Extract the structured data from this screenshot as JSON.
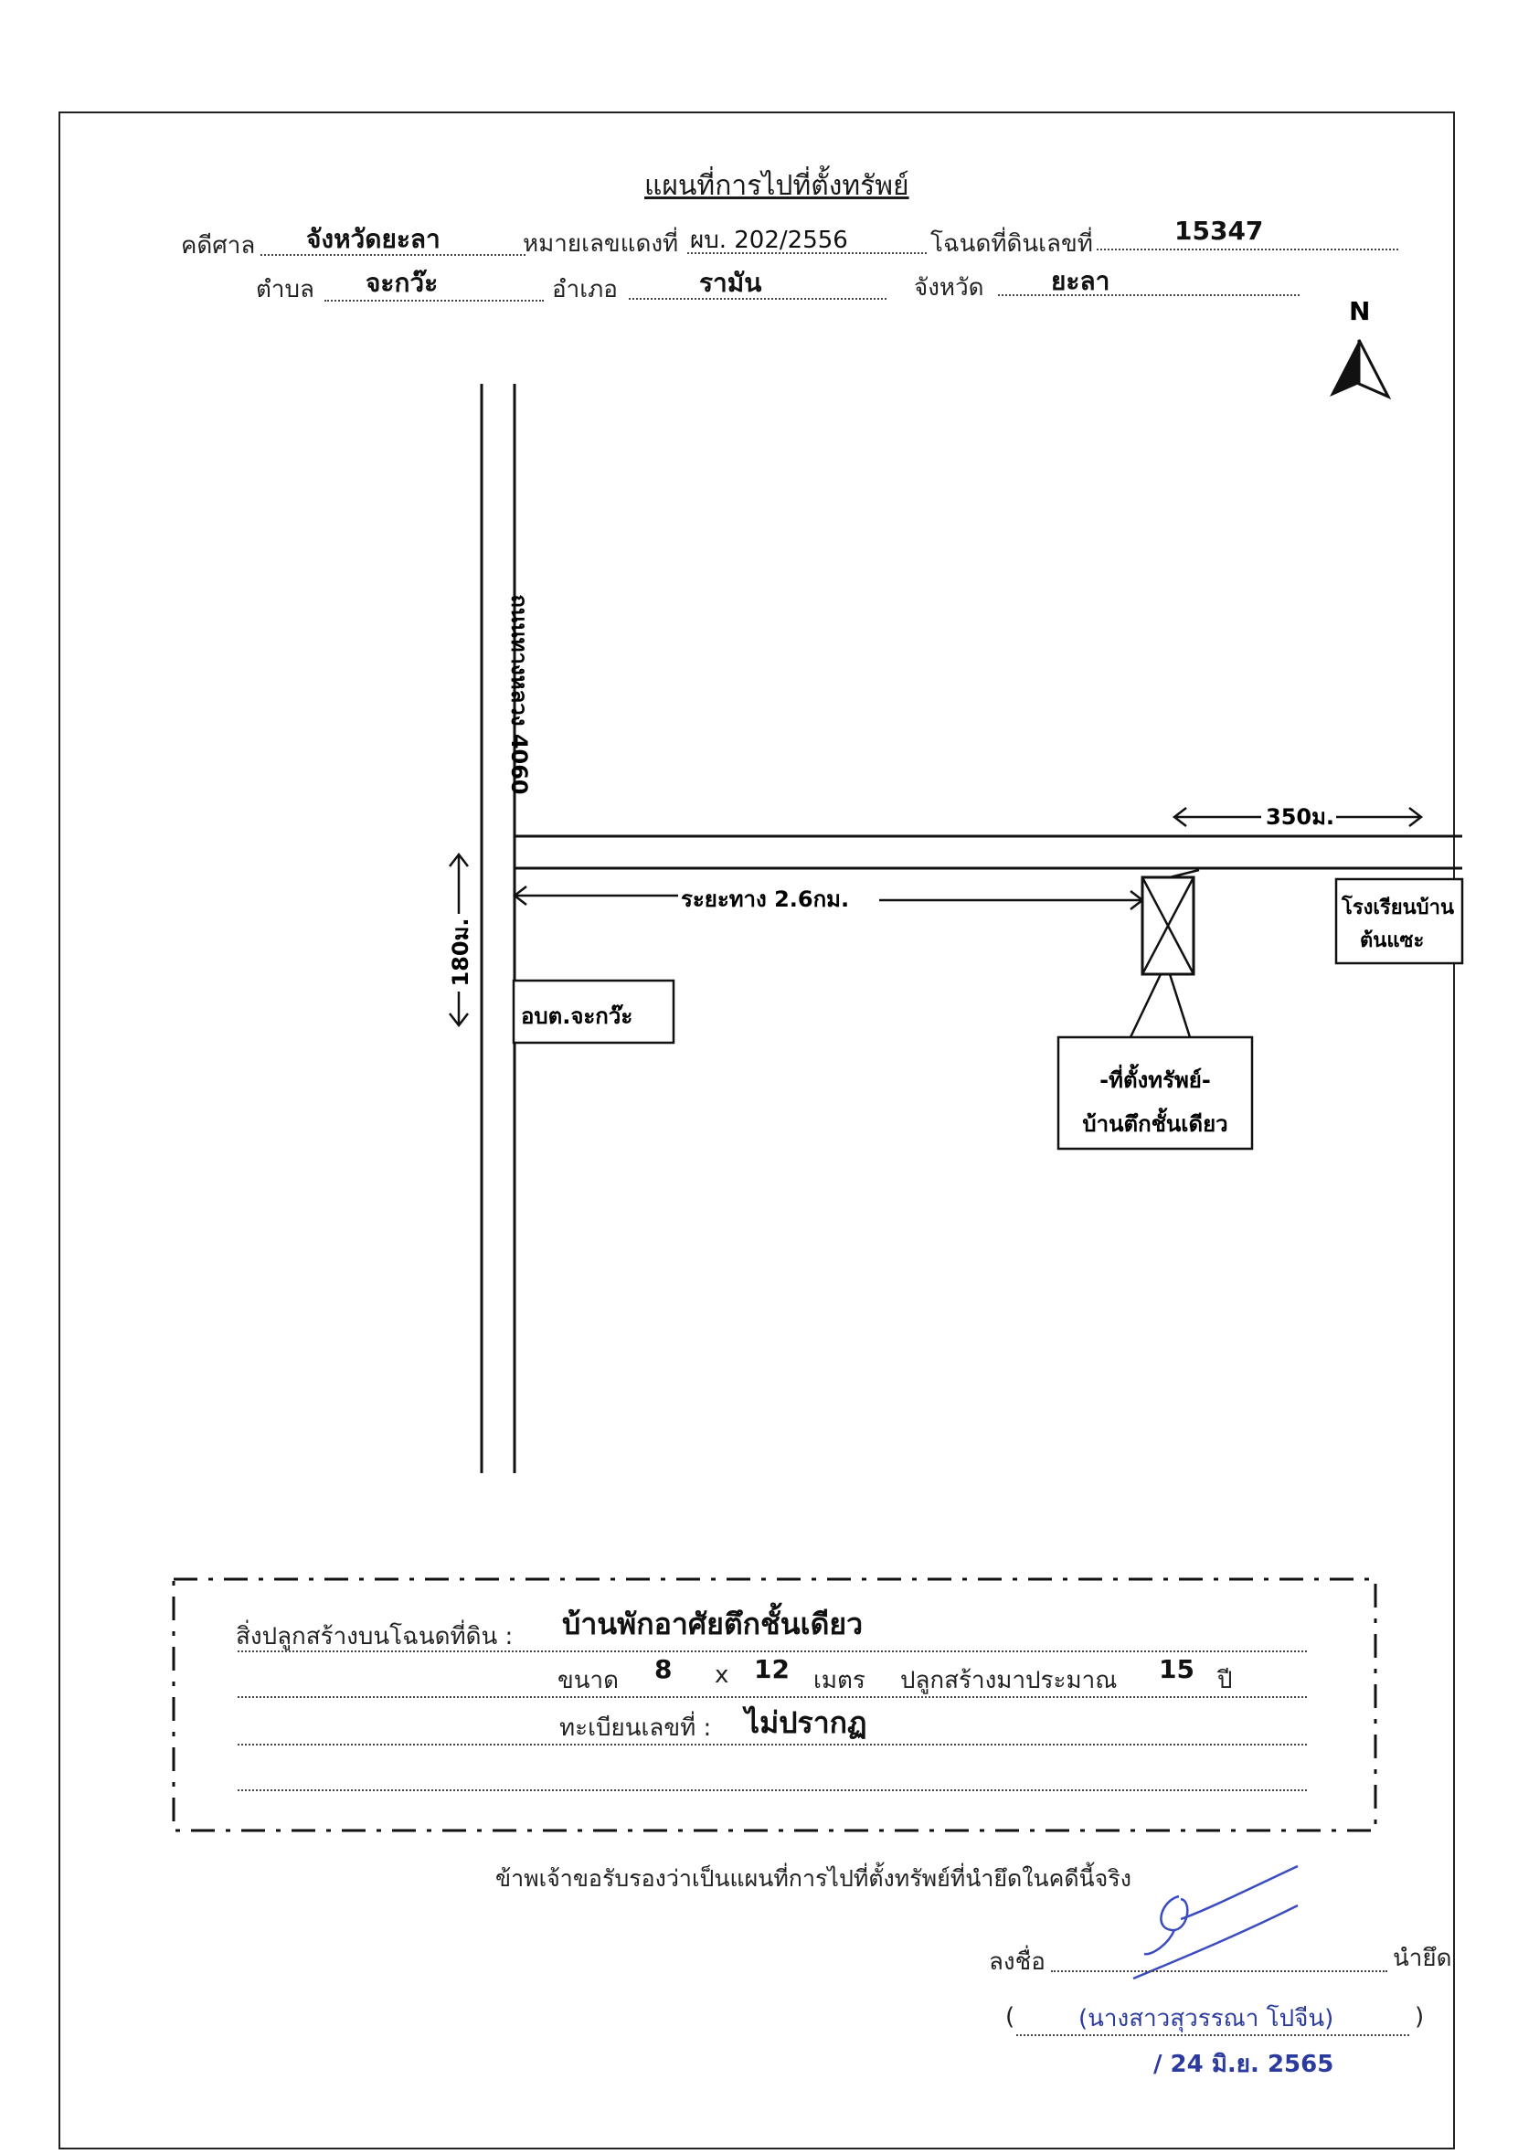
{
  "title": "แผนที่การไปที่ตั้งทรัพย์",
  "header": {
    "court_label": "คดีศาล",
    "court_value": "จังหวัดยะลา",
    "red_no_label": "หมายเลขแดงที่",
    "red_no_value": "ผบ. 202/2556",
    "deed_label": "โฉนดที่ดินเลขที่",
    "deed_value": "15347",
    "subdistrict_label": "ตำบล",
    "subdistrict_value": "จะกว๊ะ",
    "district_label": "อำเภอ",
    "district_value": "รามัน",
    "province_label": "จังหวัด",
    "province_value": "ยะลา"
  },
  "map": {
    "north_label": "N",
    "highway_label": "ถนนทางหลวง 4060",
    "distance_right": "350ม.",
    "distance_main": "ระยะทาง 2.6กม.",
    "distance_vertical": "180ม.",
    "school_label_1": "โรงเรียนบ้าน",
    "school_label_2": "ต้นแซะ",
    "sao_label": "อบต.จะกว๊ะ",
    "property_label_1": "-ที่ตั้งทรัพย์-",
    "property_label_2": "บ้านตึกชั้นเดียว"
  },
  "building": {
    "structure_label": "สิ่งปลูกสร้างบนโฉนดที่ดิน :",
    "structure_value": "บ้านพักอาศัยตึกชั้นเดียว",
    "size_label": "ขนาด",
    "size_w": "8",
    "size_x": "x",
    "size_h": "12",
    "size_unit": "เมตร",
    "built_label": "ปลูกสร้างมาประมาณ",
    "built_years": "15",
    "year_unit": "ปี",
    "reg_label": "ทะเบียนเลขที่ :",
    "reg_value": "ไม่ปรากฏ"
  },
  "certification": {
    "statement": "ข้าพเจ้าขอรับรองว่าเป็นแผนที่การไปที่ตั้งทรัพย์ที่นำยึดในคดีนี้จริง",
    "sign_label": "ลงชื่อ",
    "role": "นำยึด",
    "open_paren": "(",
    "name": "(นางสาวสุวรรณา โปจีน)",
    "close_paren": ")",
    "date": "/ 24 มิ.ย. 2565"
  }
}
